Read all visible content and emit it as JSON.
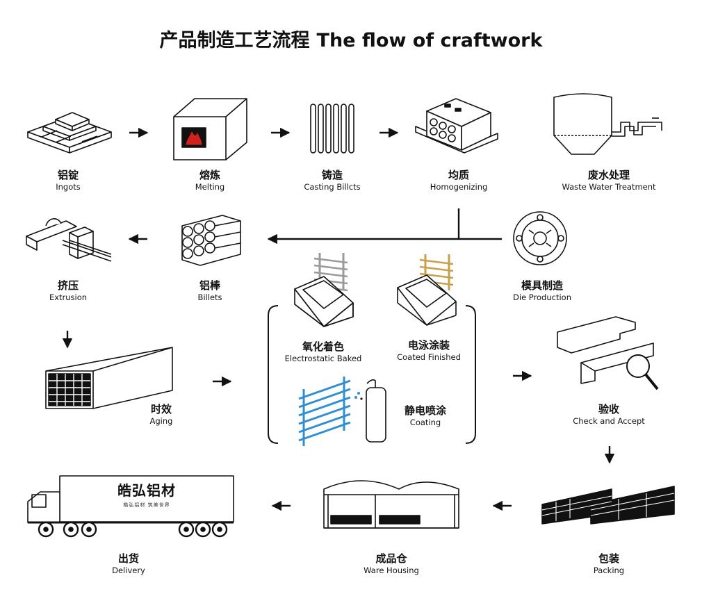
{
  "title": {
    "zh": "产品制造工艺流程",
    "en": "The flow of craftwork"
  },
  "steps": {
    "ingots": {
      "zh": "铝锭",
      "en": "Ingots"
    },
    "melting": {
      "zh": "熔炼",
      "en": "Melting"
    },
    "casting": {
      "zh": "铸造",
      "en": "Casting Billcts"
    },
    "homogenizing": {
      "zh": "均质",
      "en": "Homogenizing"
    },
    "wastewater": {
      "zh": "废水处理",
      "en": "Waste Water Treatment"
    },
    "extrusion": {
      "zh": "挤压",
      "en": "Extrusion"
    },
    "billets": {
      "zh": "铝棒",
      "en": "Billets"
    },
    "die": {
      "zh": "模具制造",
      "en": "Die Production"
    },
    "aging": {
      "zh": "时效",
      "en": "Aging"
    },
    "electrostatic": {
      "zh": "氧化着色",
      "en": "Electrostatic Baked"
    },
    "coated": {
      "zh": "电泳涂装",
      "en": "Coated Finished"
    },
    "coating": {
      "zh": "静电喷涂",
      "en": "Coating"
    },
    "check": {
      "zh": "验收",
      "en": "Check and Accept"
    },
    "packing": {
      "zh": "包装",
      "en": "Packing"
    },
    "warehousing": {
      "zh": "成品仓",
      "en": "Ware Housing"
    },
    "delivery": {
      "zh": "出货",
      "en": "Delivery"
    }
  },
  "truck": {
    "brand": "皓弘铝材",
    "slogan": "皓弘铝材   筑美世界"
  },
  "colors": {
    "ink": "#111111",
    "blue_rack": "#2f8fd0",
    "gold_rack": "#c9a04a",
    "gray_rack": "#9a9a9a"
  }
}
